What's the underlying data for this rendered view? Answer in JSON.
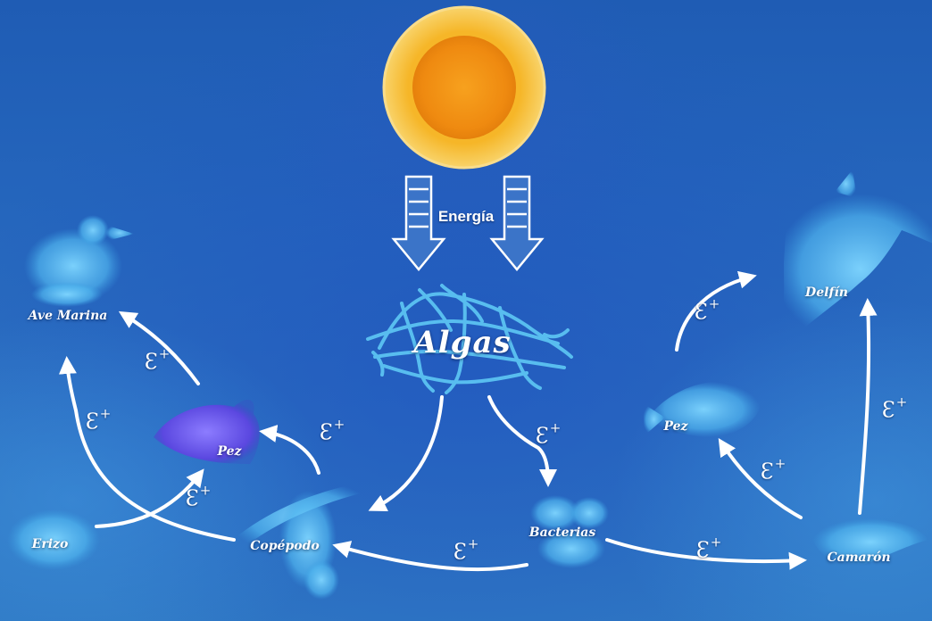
{
  "energy_label": "Energía",
  "energy_symbol": "Ɛ",
  "energy_sign": "+",
  "producer_label": "Algas",
  "organisms": {
    "sea_bird": "Ave Marina",
    "fish_left": "Pez",
    "urchin": "Erizo",
    "copepod": "Copépodo",
    "bacteria": "Bacterias",
    "shrimp": "Camarón",
    "fish_right": "Pez",
    "dolphin": "Delfín"
  },
  "colors": {
    "background": "#2566bd",
    "sun_core": "#f39412",
    "sun_ring": "#f7c84a",
    "silhouette": "#5bc3f2",
    "purple_fish": "#6a5ae8",
    "arrows": "#ffffff"
  }
}
